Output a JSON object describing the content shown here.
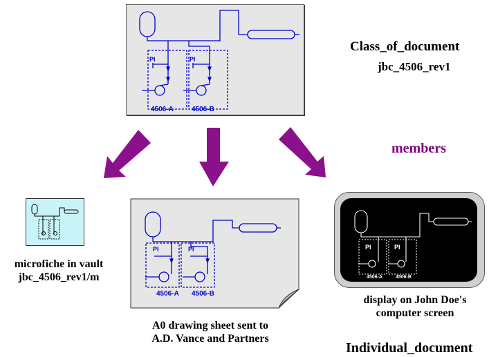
{
  "class_label": "Class_of_document",
  "class_id": "jbc_4506_rev1",
  "members_label": "members",
  "individual_label": "Individual_document",
  "drawing": {
    "tags": [
      "4506-A",
      "4506-B"
    ],
    "instrument": "PI"
  },
  "members": {
    "microfiche": {
      "line1": "microfiche in vault",
      "line2": "jbc_4506_rev1/m"
    },
    "sheet": {
      "line1": "A0 drawing sheet sent to",
      "line2": "A.D. Vance and Partners"
    },
    "display": {
      "line1": "display on John Doe's",
      "line2": "computer screen"
    }
  },
  "colors": {
    "drawing_line": "#0000cc",
    "panel_bg": "#e6e6e6",
    "microfiche_bg": "#c8f4f8",
    "screen_bg": "#000000",
    "screen_frame": "#cfcfcf",
    "arrow": "#8b108b",
    "members_text": "#800080"
  }
}
